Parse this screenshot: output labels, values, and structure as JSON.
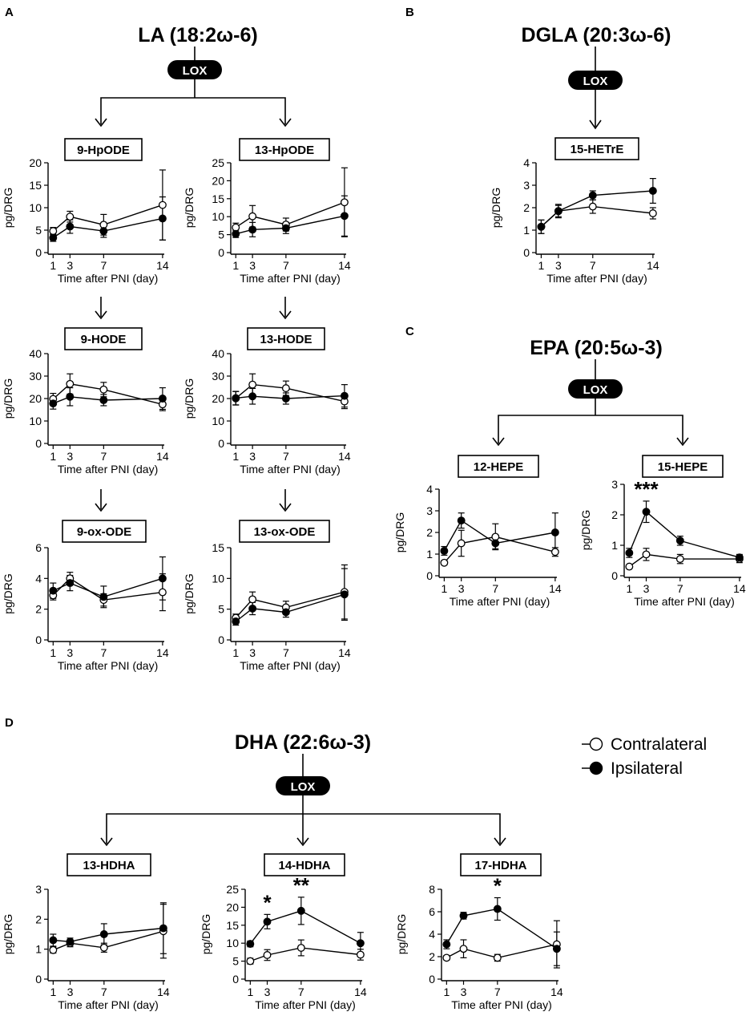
{
  "panels": {
    "A": {
      "letter": "A",
      "precursor": "LA (18:2ω-6)"
    },
    "B": {
      "letter": "B",
      "precursor": "DGLA (20:3ω-6)"
    },
    "C": {
      "letter": "C",
      "precursor": "EPA (20:5ω-3)"
    },
    "D": {
      "letter": "D",
      "precursor": "DHA (22:6ω-3)"
    }
  },
  "enzyme_label": "LOX",
  "legend": [
    {
      "label": "Contralateral",
      "marker": "open-circle"
    },
    {
      "label": "Ipsilateral",
      "marker": "filled-circle"
    }
  ],
  "colors": {
    "contralateral_fill": "#ffffff",
    "ipsilateral_fill": "#000000",
    "stroke": "#000000"
  },
  "chart_data": [
    {
      "type": "line",
      "panel": "A",
      "title": "9-HpODE",
      "xlabel": "Time after PNI (day)",
      "ylabel": "pg/DRG",
      "x": [
        1,
        3,
        7,
        14
      ],
      "xticks": [
        1,
        3,
        7,
        14
      ],
      "ylim": [
        0,
        20
      ],
      "yticks": [
        0,
        5,
        10,
        15,
        20
      ],
      "series": [
        {
          "name": "Contralateral",
          "values": [
            4.8,
            8.0,
            6.2,
            10.6
          ],
          "errors": [
            0.8,
            1.2,
            2.3,
            7.8
          ]
        },
        {
          "name": "Ipsilateral",
          "values": [
            3.3,
            5.8,
            4.8,
            7.6
          ],
          "errors": [
            0.8,
            1.5,
            1.4,
            4.8
          ]
        }
      ],
      "annotations": []
    },
    {
      "type": "line",
      "panel": "A",
      "title": "13-HpODE",
      "xlabel": "Time after PNI (day)",
      "ylabel": "pg/DRG",
      "x": [
        1,
        3,
        7,
        14
      ],
      "xticks": [
        1,
        3,
        7,
        14
      ],
      "ylim": [
        0,
        25
      ],
      "yticks": [
        0,
        5,
        10,
        15,
        20,
        25
      ],
      "series": [
        {
          "name": "Contralateral",
          "values": [
            7.0,
            10.1,
            7.8,
            14.0
          ],
          "errors": [
            1.2,
            3.0,
            1.8,
            9.6
          ]
        },
        {
          "name": "Ipsilateral",
          "values": [
            5.2,
            6.4,
            6.8,
            10.2
          ],
          "errors": [
            1.0,
            2.0,
            1.5,
            5.6
          ]
        }
      ],
      "annotations": []
    },
    {
      "type": "line",
      "panel": "A",
      "title": "9-HODE",
      "xlabel": "Time after PNI (day)",
      "ylabel": "pg/DRG",
      "x": [
        1,
        3,
        7,
        14
      ],
      "xticks": [
        1,
        3,
        7,
        14
      ],
      "ylim": [
        0,
        40
      ],
      "yticks": [
        0,
        10,
        20,
        30,
        40
      ],
      "series": [
        {
          "name": "Contralateral",
          "values": [
            19.8,
            26.5,
            24.0,
            17.4
          ],
          "errors": [
            2.5,
            4.5,
            3.2,
            2.8
          ]
        },
        {
          "name": "Ipsilateral",
          "values": [
            17.8,
            20.8,
            19.3,
            20.0
          ],
          "errors": [
            2.5,
            4.0,
            2.5,
            4.8
          ]
        }
      ],
      "annotations": []
    },
    {
      "type": "line",
      "panel": "A",
      "title": "13-HODE",
      "xlabel": "Time after PNI (day)",
      "ylabel": "pg/DRG",
      "x": [
        1,
        3,
        7,
        14
      ],
      "xticks": [
        1,
        3,
        7,
        14
      ],
      "ylim": [
        0,
        40
      ],
      "yticks": [
        0,
        10,
        20,
        30,
        40
      ],
      "series": [
        {
          "name": "Contralateral",
          "values": [
            20.1,
            26.2,
            24.6,
            18.7
          ],
          "errors": [
            3.0,
            4.8,
            3.2,
            3.2
          ]
        },
        {
          "name": "Ipsilateral",
          "values": [
            20.2,
            21.0,
            20.0,
            21.2
          ],
          "errors": [
            3.0,
            3.5,
            2.5,
            5.0
          ]
        }
      ],
      "annotations": []
    },
    {
      "type": "line",
      "panel": "A",
      "title": "9-ox-ODE",
      "xlabel": "Time after PNI (day)",
      "ylabel": "pg/DRG",
      "x": [
        1,
        3,
        7,
        14
      ],
      "xticks": [
        1,
        3,
        7,
        14
      ],
      "ylim": [
        0,
        6
      ],
      "yticks": [
        0,
        2,
        4,
        6
      ],
      "series": [
        {
          "name": "Contralateral",
          "values": [
            2.9,
            4.0,
            2.6,
            3.1
          ],
          "errors": [
            0.3,
            0.4,
            0.4,
            1.2
          ]
        },
        {
          "name": "Ipsilateral",
          "values": [
            3.2,
            3.7,
            2.8,
            4.0
          ],
          "errors": [
            0.5,
            0.5,
            0.7,
            1.4
          ]
        }
      ],
      "annotations": []
    },
    {
      "type": "line",
      "panel": "A",
      "title": "13-ox-ODE",
      "xlabel": "Time after PNI (day)",
      "ylabel": "pg/DRG",
      "x": [
        1,
        3,
        7,
        14
      ],
      "xticks": [
        1,
        3,
        7,
        14
      ],
      "ylim": [
        0,
        15
      ],
      "yticks": [
        0,
        5,
        10,
        15
      ],
      "series": [
        {
          "name": "Contralateral",
          "values": [
            3.6,
            6.6,
            5.3,
            7.8
          ],
          "errors": [
            0.6,
            1.2,
            1.0,
            4.4
          ]
        },
        {
          "name": "Ipsilateral",
          "values": [
            3.0,
            5.1,
            4.5,
            7.4
          ],
          "errors": [
            0.6,
            1.0,
            0.8,
            4.2
          ]
        }
      ],
      "annotations": []
    },
    {
      "type": "line",
      "panel": "B",
      "title": "15-HETrE",
      "xlabel": "Time after PNI (day)",
      "ylabel": "pg/DRG",
      "x": [
        1,
        3,
        7,
        14
      ],
      "xticks": [
        1,
        3,
        7,
        14
      ],
      "ylim": [
        0,
        4
      ],
      "yticks": [
        0,
        1,
        2,
        3,
        4
      ],
      "series": [
        {
          "name": "Contralateral",
          "values": [
            1.15,
            1.85,
            2.05,
            1.75
          ],
          "errors": [
            0.3,
            0.3,
            0.3,
            0.25
          ]
        },
        {
          "name": "Ipsilateral",
          "values": [
            1.15,
            1.85,
            2.55,
            2.75
          ],
          "errors": [
            0.3,
            0.25,
            0.2,
            0.55
          ]
        }
      ],
      "annotations": []
    },
    {
      "type": "line",
      "panel": "C",
      "title": "12-HEPE",
      "xlabel": "Time after PNI (day)",
      "ylabel": "pg/DRG",
      "x": [
        1,
        3,
        7,
        14
      ],
      "xticks": [
        1,
        3,
        7,
        14
      ],
      "ylim": [
        0,
        4
      ],
      "yticks": [
        0,
        1,
        2,
        3,
        4
      ],
      "series": [
        {
          "name": "Contralateral",
          "values": [
            0.6,
            1.5,
            1.8,
            1.1
          ],
          "errors": [
            0.1,
            0.6,
            0.6,
            0.2
          ]
        },
        {
          "name": "Ipsilateral",
          "values": [
            1.15,
            2.55,
            1.5,
            2.0
          ],
          "errors": [
            0.2,
            0.35,
            0.25,
            0.9
          ]
        }
      ],
      "annotations": []
    },
    {
      "type": "line",
      "panel": "C",
      "title": "15-HEPE",
      "xlabel": "Time after PNI (day)",
      "ylabel": "pg/DRG",
      "x": [
        1,
        3,
        7,
        14
      ],
      "xticks": [
        1,
        3,
        7,
        14
      ],
      "ylim": [
        0,
        3
      ],
      "yticks": [
        0,
        1,
        2,
        3
      ],
      "series": [
        {
          "name": "Contralateral",
          "values": [
            0.3,
            0.7,
            0.55,
            0.55
          ],
          "errors": [
            0.05,
            0.2,
            0.15,
            0.12
          ]
        },
        {
          "name": "Ipsilateral",
          "values": [
            0.75,
            2.1,
            1.15,
            0.6
          ],
          "errors": [
            0.15,
            0.35,
            0.15,
            0.1
          ]
        }
      ],
      "annotations": [
        {
          "x": 3,
          "text": "***"
        }
      ]
    },
    {
      "type": "line",
      "panel": "D",
      "title": "13-HDHA",
      "xlabel": "Time after PNI (day)",
      "ylabel": "pg/DRG",
      "x": [
        1,
        3,
        7,
        14
      ],
      "xticks": [
        1,
        3,
        7,
        14
      ],
      "ylim": [
        0,
        3
      ],
      "yticks": [
        0,
        1,
        2,
        3
      ],
      "series": [
        {
          "name": "Contralateral",
          "values": [
            0.97,
            1.2,
            1.05,
            1.6
          ],
          "errors": [
            0.1,
            0.12,
            0.15,
            0.9
          ]
        },
        {
          "name": "Ipsilateral",
          "values": [
            1.3,
            1.25,
            1.5,
            1.7
          ],
          "errors": [
            0.2,
            0.12,
            0.35,
            0.85
          ]
        }
      ],
      "annotations": []
    },
    {
      "type": "line",
      "panel": "D",
      "title": "14-HDHA",
      "xlabel": "Time after PNI (day)",
      "ylabel": "pg/DRG",
      "x": [
        1,
        3,
        7,
        14
      ],
      "xticks": [
        1,
        3,
        7,
        14
      ],
      "ylim": [
        0,
        25
      ],
      "yticks": [
        0,
        5,
        10,
        15,
        20,
        25
      ],
      "series": [
        {
          "name": "Contralateral",
          "values": [
            5.0,
            6.7,
            8.7,
            6.8
          ],
          "errors": [
            0.8,
            1.5,
            2.2,
            1.5
          ]
        },
        {
          "name": "Ipsilateral",
          "values": [
            9.8,
            16.0,
            19.0,
            10.0
          ],
          "errors": [
            0.8,
            2.0,
            3.8,
            3.0
          ]
        }
      ],
      "annotations": [
        {
          "x": 3,
          "text": "*"
        },
        {
          "x": 7,
          "text": "**"
        }
      ]
    },
    {
      "type": "line",
      "panel": "D",
      "title": "17-HDHA",
      "xlabel": "Time after PNI (day)",
      "ylabel": "pg/DRG",
      "x": [
        1,
        3,
        7,
        14
      ],
      "xticks": [
        1,
        3,
        7,
        14
      ],
      "ylim": [
        0,
        8
      ],
      "yticks": [
        0,
        2,
        4,
        6,
        8
      ],
      "series": [
        {
          "name": "Contralateral",
          "values": [
            1.9,
            2.7,
            1.9,
            3.1
          ],
          "errors": [
            0.2,
            0.8,
            0.3,
            2.1
          ]
        },
        {
          "name": "Ipsilateral",
          "values": [
            3.1,
            5.65,
            6.25,
            2.7
          ],
          "errors": [
            0.4,
            0.3,
            1.0,
            1.5
          ]
        }
      ],
      "annotations": [
        {
          "x": 7,
          "text": "*"
        }
      ]
    }
  ]
}
